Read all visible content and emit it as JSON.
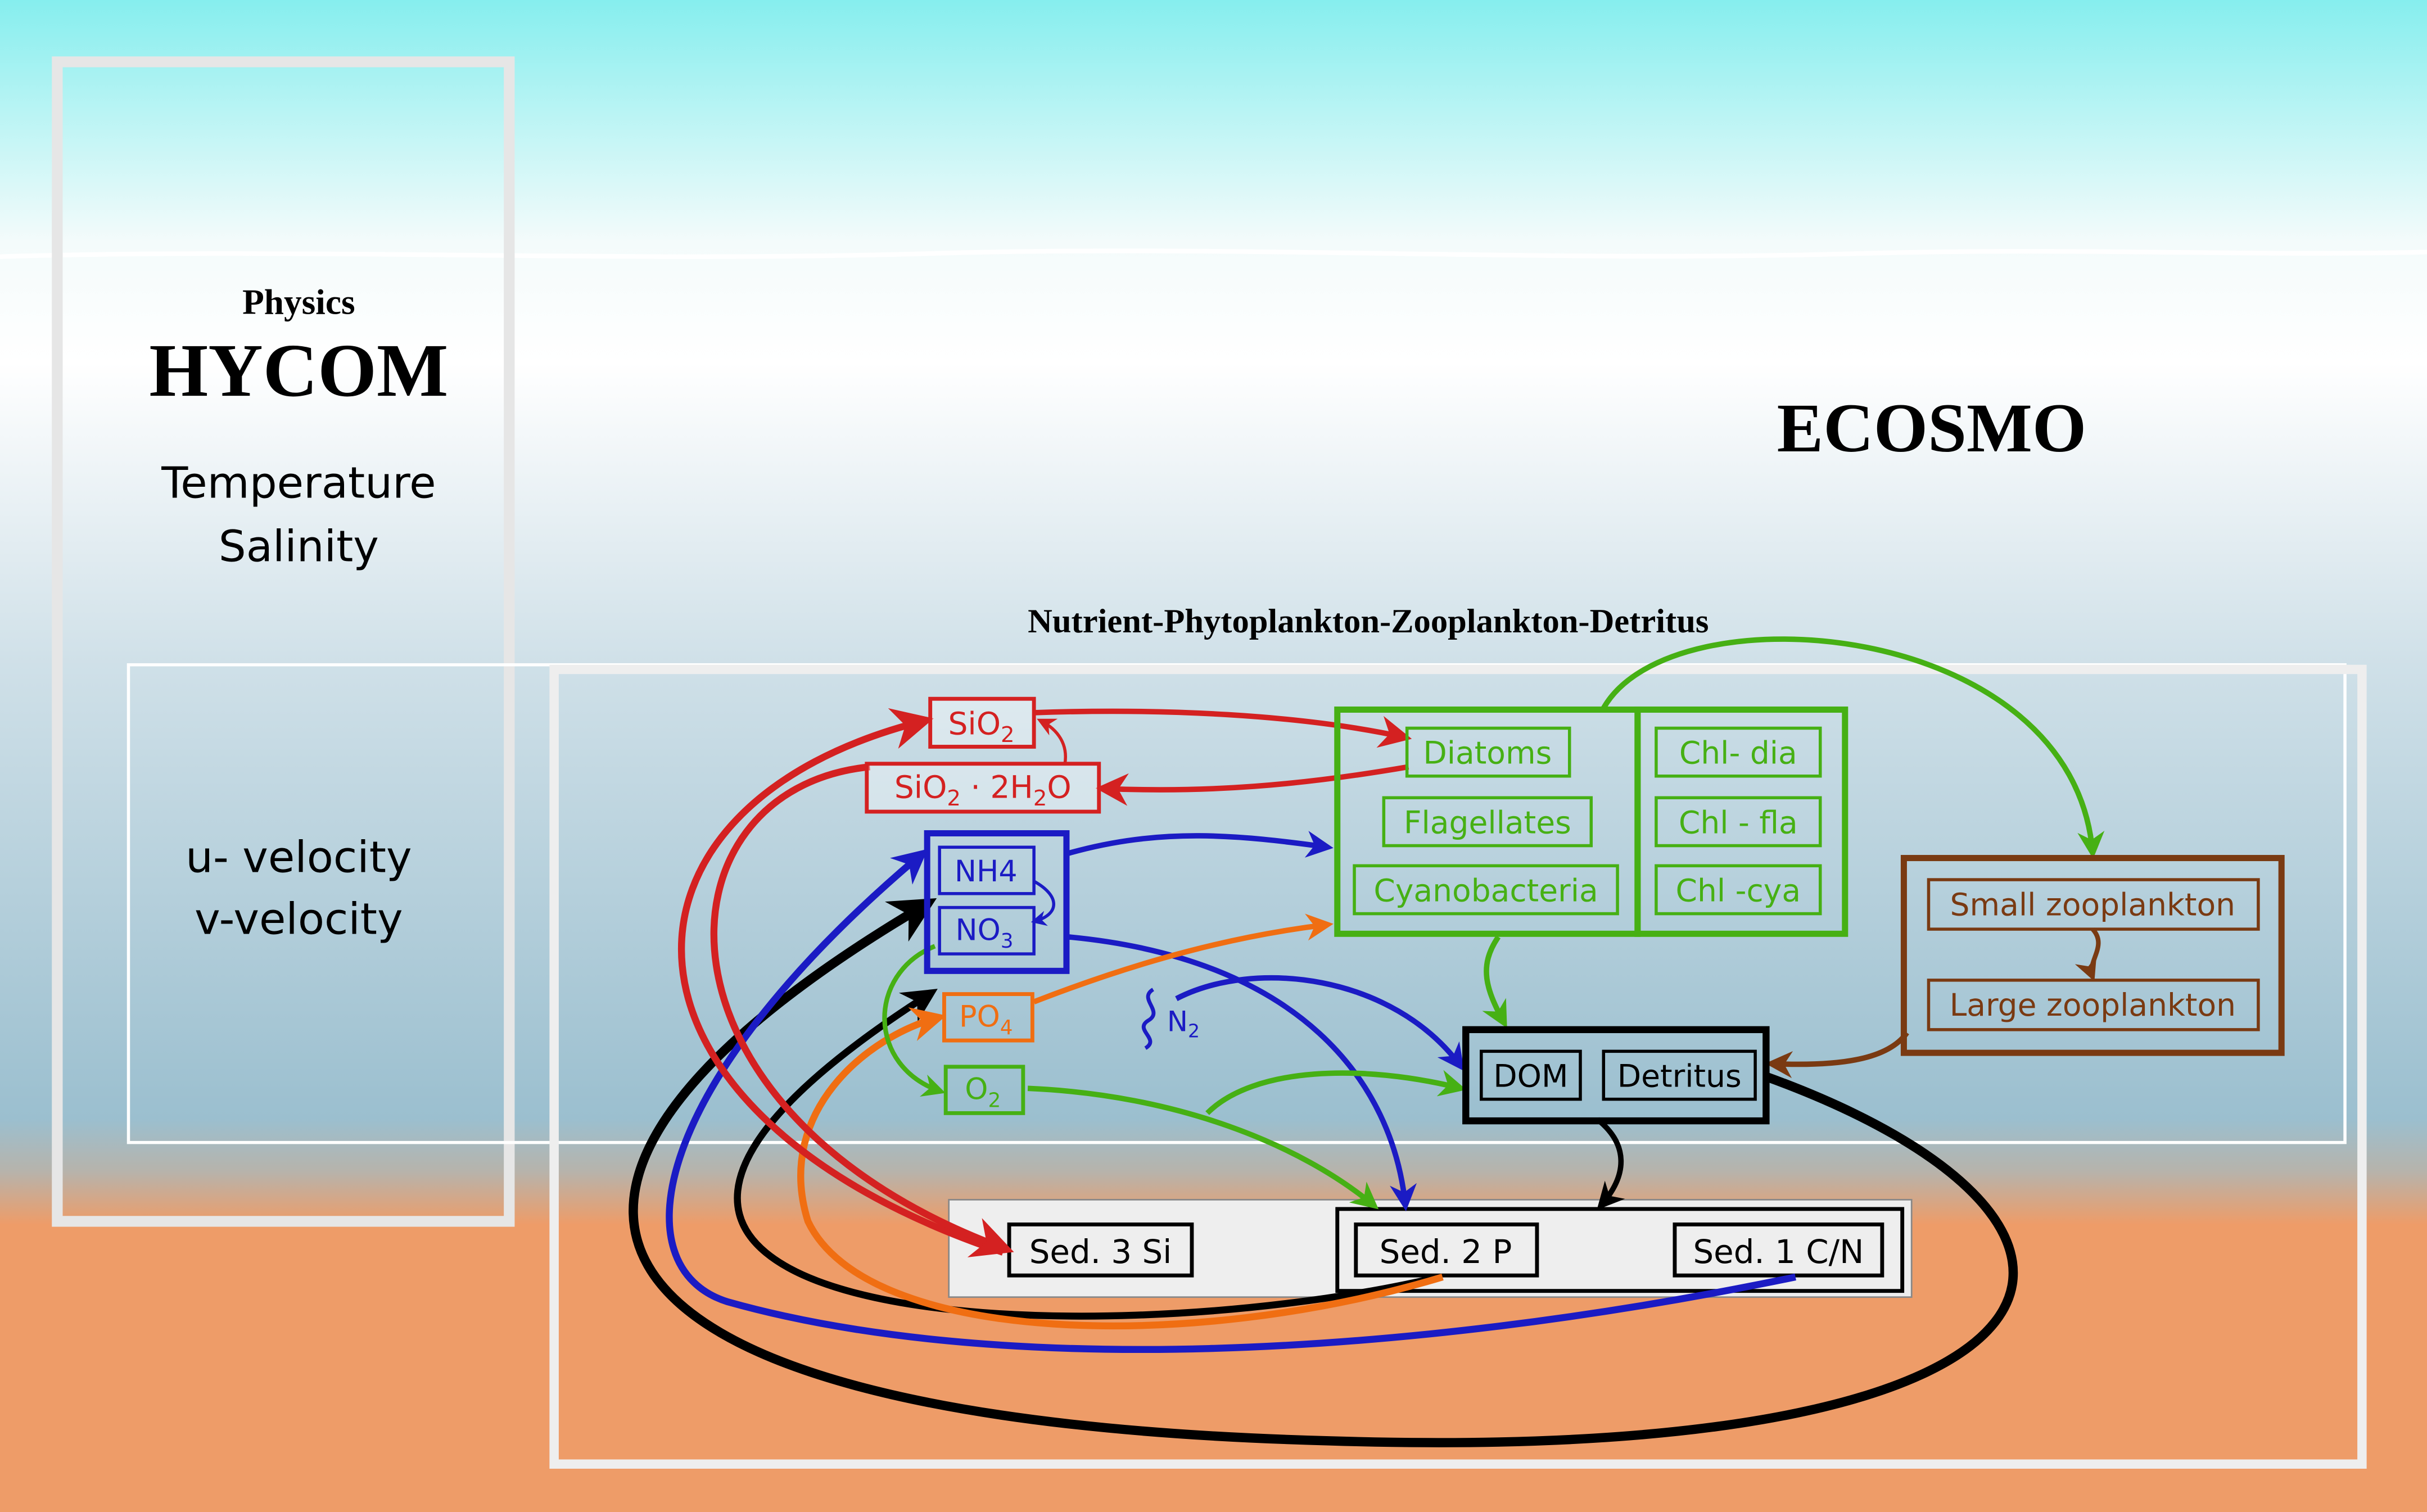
{
  "physics": {
    "heading": "Physics",
    "model": "HYCOM",
    "variables": [
      "Temperature",
      "Salinity"
    ],
    "velocities": [
      "u- velocity",
      "v-velocity"
    ]
  },
  "ecosmo": {
    "title": "ECOSMO",
    "subtitle": "Nutrient-Phytoplankton-Zooplankton-Detritus"
  },
  "nutrients": {
    "sio2": {
      "main": "SiO",
      "sub": "2"
    },
    "sio2_2h2o": {
      "a": "SiO",
      "s1": "2",
      "b": " · 2H",
      "s2": "2",
      "c": "O"
    },
    "nh4": "NH4",
    "no3": {
      "main": "NO",
      "sub": "3"
    },
    "po4": {
      "main": "PO",
      "sub": "4"
    },
    "o2": {
      "main": "O",
      "sub": "2"
    },
    "n2": {
      "main": "N",
      "sub": "2"
    }
  },
  "phytoplankton": [
    "Diatoms",
    "Flagellates",
    "Cyanobacteria"
  ],
  "chlorophyll": [
    "Chl- dia",
    "Chl - fla",
    "Chl -cya"
  ],
  "zooplankton": [
    "Small zooplankton",
    "Large zooplankton"
  ],
  "detritus": [
    "DOM",
    "Detritus"
  ],
  "sediments": [
    "Sed. 3 Si",
    "Sed. 2 P",
    "Sed. 1 C/N"
  ],
  "colors": {
    "silicate": "#d42121",
    "nitrogen": "#1b1bc4",
    "phosphate": "#f06e12",
    "oxygen_phyto": "#46b014",
    "zooplankton": "#7a3a12",
    "detritus": "#000000",
    "sky_top": "#86eeee",
    "water": "#9bbfcf",
    "sediment": "#ee9c68"
  }
}
